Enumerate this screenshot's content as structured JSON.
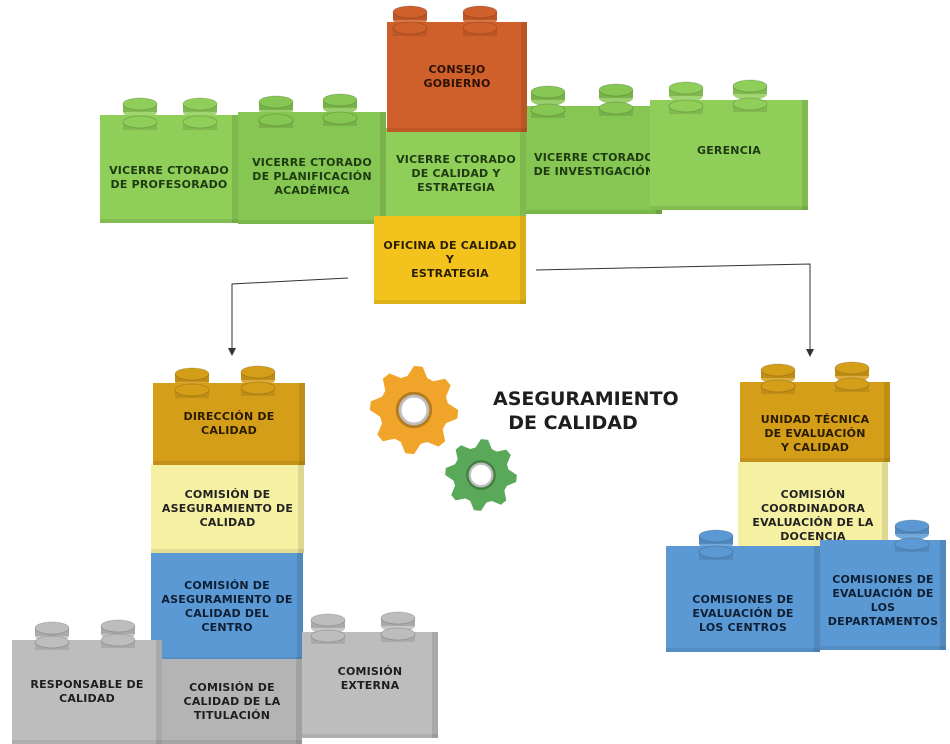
{
  "colors": {
    "green": "#8fce59",
    "orange": "#d0602b",
    "yellow": "#f4c21c",
    "gold": "#d49e19",
    "pale_yellow": "#f6f0a2",
    "blue": "#5b99d4",
    "grey": "#bdbdbd",
    "gear_orange": "#f0a52a",
    "gear_green": "#5aa85a"
  },
  "center_title": [
    "ASEGURAMIENTO",
    "DE CALIDAD"
  ],
  "bricks": {
    "consejo": "CONSEJO\nGOBIERNO",
    "vr_profesorado": "VICERRE CTORADO\nDE PROFESORADO",
    "vr_planificacion": "VICERRE CTORADO\nDE PLANIFICACIÓN\nACADÉMICA",
    "vr_calidad": "VICERRE CTORADO\nDE CALIDAD Y\nESTRATEGIA",
    "vr_investigacion": "VICERRE CTORADO\nDE INVESTIGACIÓN",
    "gerencia": "GERENCIA",
    "oficina": "OFICINA DE CALIDAD\nY\nESTRATEGIA",
    "direccion": "DIRECCIÓN DE\nCALIDAD",
    "comision_aseg": "COMISIÓN DE\nASEGURAMIENTO DE\nCALIDAD",
    "comision_aseg_centro": "COMISIÓN DE\nASEGURAMIENTO DE\nCALIDAD DEL\nCENTRO",
    "responsable": "RESPONSABLE DE\nCALIDAD",
    "comision_titulacion": "COMISIÓN DE\nCALIDAD DE LA\nTITULACIÓN",
    "comision_externa": "COMISIÓN\nEXTERNA",
    "unidad_tecnica": "UNIDAD TÉCNICA\nDE EVALUACIÓN\nY CALIDAD",
    "comision_coord": "COMISIÓN\nCOORDINADORA\nEVALUACIÓN DE LA\nDOCENCIA",
    "comisiones_centros": "COMISIONES DE\nEVALUACIÓN DE\nLOS CENTROS",
    "comisiones_deptos": "COMISIONES DE\nEVALUACIÓN DE LOS\nDEPARTAMENTOS"
  }
}
